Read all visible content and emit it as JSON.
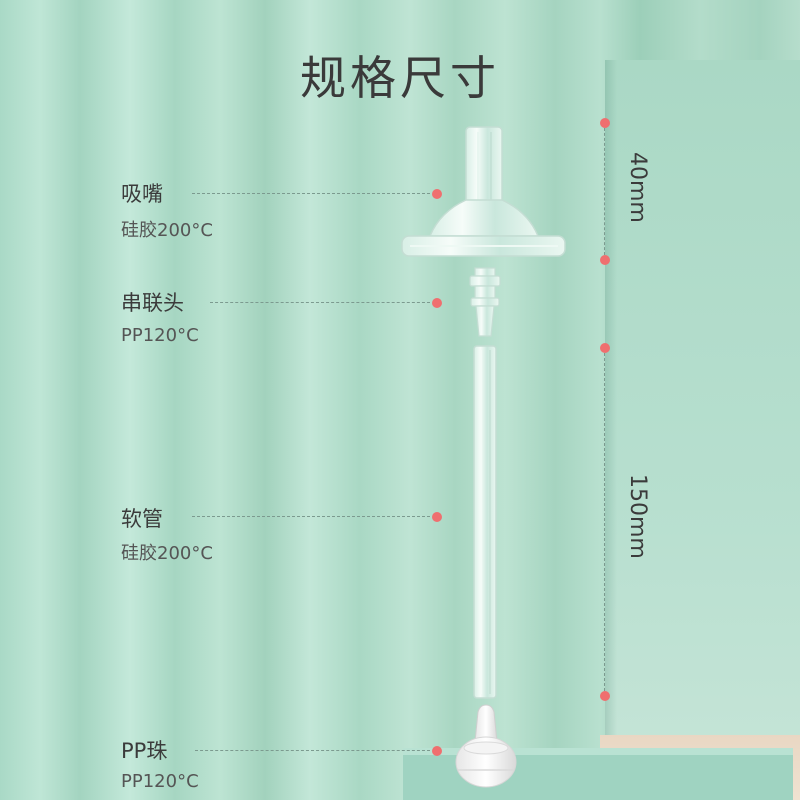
{
  "title": "规格尺寸",
  "parts": [
    {
      "name": "吸嘴",
      "material": "硅胶200°C"
    },
    {
      "name": "串联头",
      "material": "PP120°C"
    },
    {
      "name": "软管",
      "material": "硅胶200°C"
    },
    {
      "name": "PP珠",
      "material": "PP120°C"
    }
  ],
  "dimensions": [
    {
      "value": "40mm"
    },
    {
      "value": "150mm"
    }
  ],
  "colors": {
    "accent_dot": "#ef6f6f",
    "background": "#b3dcca",
    "text": "#3a3a3a"
  }
}
